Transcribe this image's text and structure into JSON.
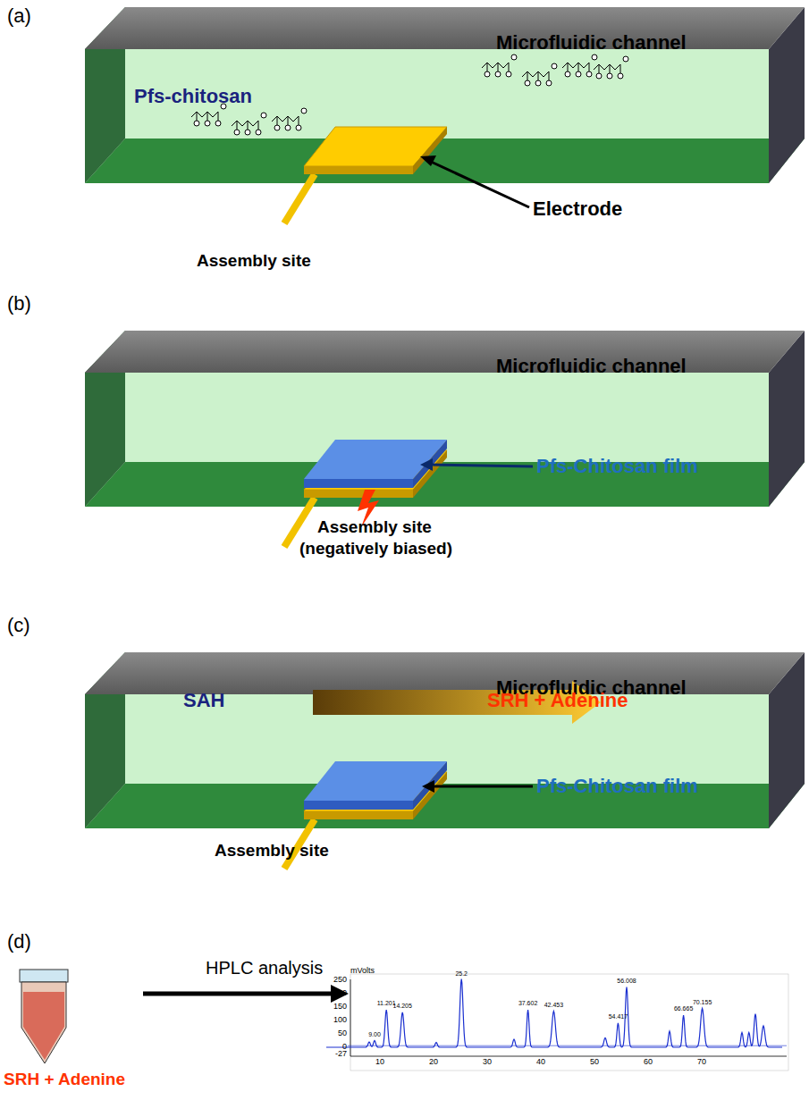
{
  "diagram": {
    "labels": [
      "(a)",
      "Microfluidic channel",
      "Pfs-chitosan",
      "Electrode",
      "Assembly site",
      "(b)",
      "Microfluidic channel",
      "Pfs-Chitosan film",
      "Assembly site",
      "(negatively biased)",
      "(c)",
      "Microfluidic channel",
      "SAH",
      "SRH + Adenine",
      "Pfs-Chitosan film",
      "Assembly site",
      "(d)",
      "HPLC analysis",
      "SRH + Adenine",
      "mVolts",
      "250",
      "200",
      "150",
      "100",
      "50",
      "0",
      "-27",
      "10",
      "20",
      "30",
      "40",
      "50",
      "60",
      "70",
      "9.00",
      "11.201",
      "14.205",
      "25.2",
      "37.602",
      "42.453",
      "54.417",
      "56.008",
      "66.665",
      "70.155"
    ]
  }
}
